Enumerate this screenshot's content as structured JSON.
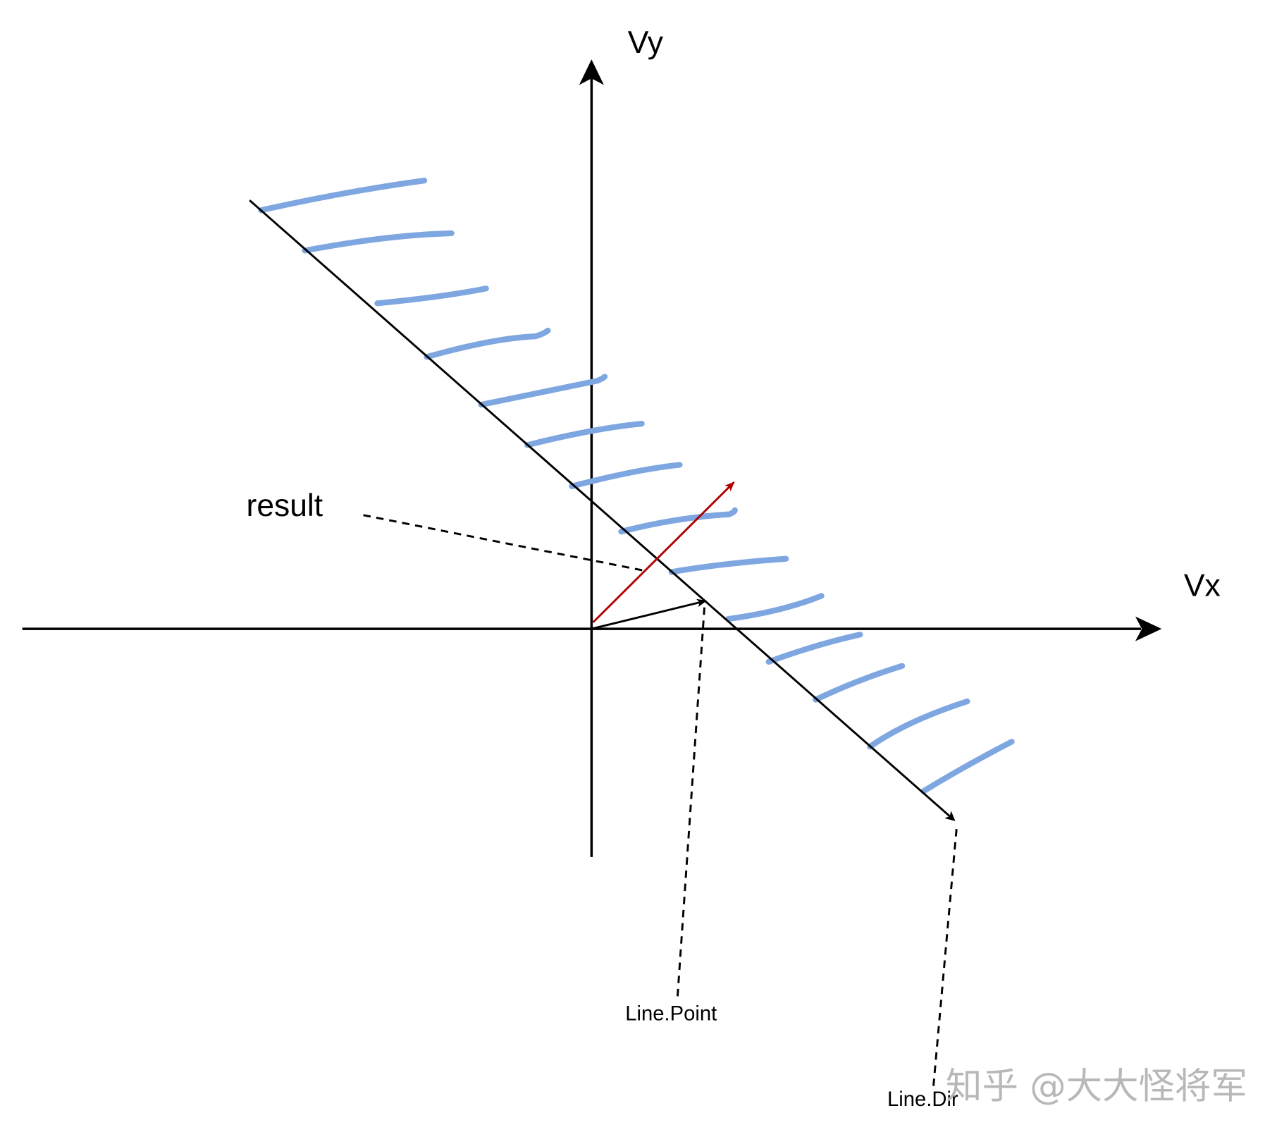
{
  "labels": {
    "vy": "Vy",
    "vx": "Vx",
    "result": "result",
    "line_point": "Line.Point",
    "line_dir": "Line.Dir"
  },
  "watermark": "知乎 @大大怪将军",
  "colors": {
    "axis": "#000000",
    "constraint_hatch": "#7ea6e0",
    "result_vector": "#b20000",
    "watermark": "#b8b8b8"
  }
}
